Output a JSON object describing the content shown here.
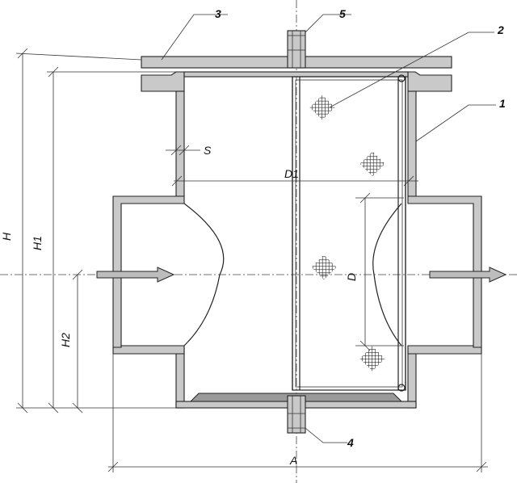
{
  "diagram": {
    "part_labels": {
      "p1": "1",
      "p2": "2",
      "p3": "3",
      "p4": "4",
      "p5": "5"
    },
    "dimension_labels": {
      "H": "H",
      "H1": "H1",
      "H2": "H2",
      "A": "A",
      "D": "D",
      "D1": "D1",
      "S": "S"
    },
    "colors": {
      "line": "#222222",
      "wall_fill": "#c9c9c9",
      "dark_fill": "#9a9a9a",
      "background": "#ffffff"
    },
    "icons": [
      "arrow-in-icon",
      "arrow-out-icon",
      "mesh-icon"
    ]
  }
}
